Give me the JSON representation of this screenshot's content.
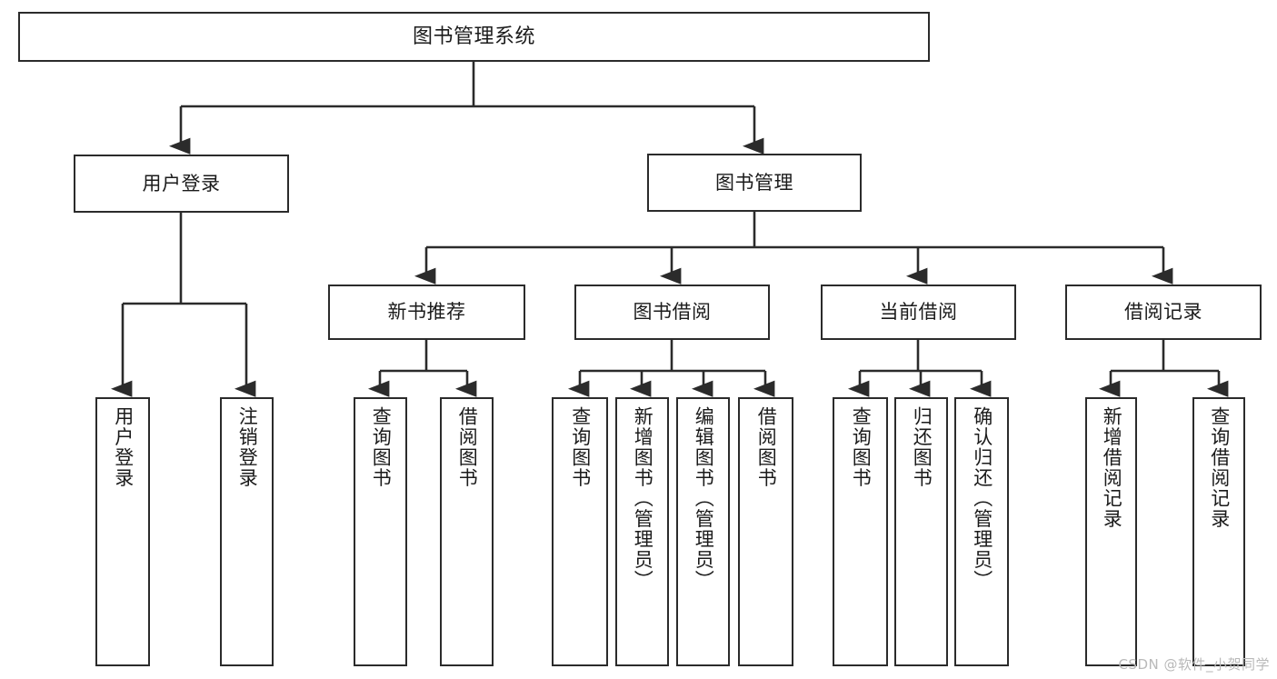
{
  "diagram": {
    "title": "图书管理系统",
    "type": "tree",
    "watermark": "CSDN @软件_小贺同学",
    "colors": {
      "box_border": "#2b2b2b",
      "box_fill": "#ffffff",
      "connector": "#2b2b2b",
      "background": "#ffffff",
      "watermark": "#b9b9b9"
    },
    "nodes": {
      "root": {
        "label": "图书管理系统",
        "level": 0
      },
      "level1": [
        {
          "id": "user-login",
          "label": "用户登录"
        },
        {
          "id": "book-manage",
          "label": "图书管理"
        }
      ],
      "level2": [
        {
          "id": "new-book-recommend",
          "label": "新书推荐",
          "parent": "book-manage"
        },
        {
          "id": "book-borrow",
          "label": "图书借阅",
          "parent": "book-manage"
        },
        {
          "id": "current-borrow",
          "label": "当前借阅",
          "parent": "book-manage"
        },
        {
          "id": "borrow-record",
          "label": "借阅记录",
          "parent": "book-manage"
        }
      ],
      "leaves": {
        "user-login": [
          {
            "id": "leaf-user-login",
            "label": "用户登录"
          },
          {
            "id": "leaf-logout",
            "label": "注销登录"
          }
        ],
        "new-book-recommend": [
          {
            "id": "leaf-query-book-1",
            "label": "查询图书"
          },
          {
            "id": "leaf-borrow-book-1",
            "label": "借阅图书"
          }
        ],
        "book-borrow": [
          {
            "id": "leaf-query-book-2",
            "label": "查询图书"
          },
          {
            "id": "leaf-add-book",
            "label": "新增图书（管理员）"
          },
          {
            "id": "leaf-edit-book",
            "label": "编辑图书（管理员）"
          },
          {
            "id": "leaf-borrow-book-2",
            "label": "借阅图书"
          }
        ],
        "current-borrow": [
          {
            "id": "leaf-query-book-3",
            "label": "查询图书"
          },
          {
            "id": "leaf-return-book",
            "label": "归还图书"
          },
          {
            "id": "leaf-confirm-return",
            "label": "确认归还（管理员）"
          }
        ],
        "borrow-record": [
          {
            "id": "leaf-add-record",
            "label": "新增借阅记录"
          },
          {
            "id": "leaf-query-record",
            "label": "查询借阅记录"
          }
        ]
      }
    }
  }
}
